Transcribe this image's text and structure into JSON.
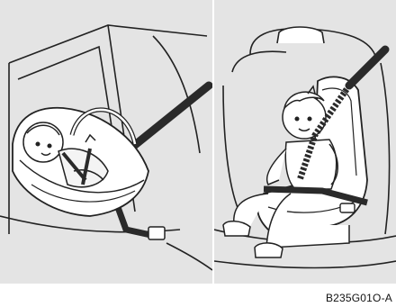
{
  "figure": {
    "code": "B235G01O-A",
    "colors": {
      "panel_background": "#e4e4e4",
      "line": "#222222",
      "fill": "#ffffff",
      "belt": "#2a2a2a",
      "shade": "#c8c8c8"
    },
    "panels": [
      {
        "name": "rear-facing-infant-seat-illustration"
      },
      {
        "name": "booster-seat-child-illustration"
      }
    ]
  }
}
